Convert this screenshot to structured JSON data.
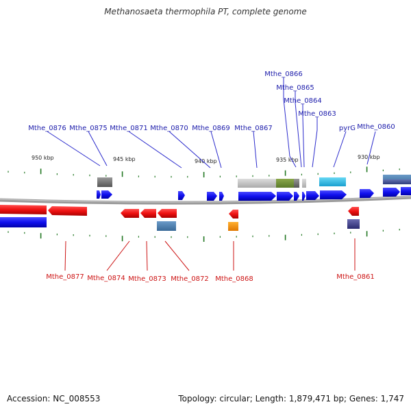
{
  "title": "Methanosaeta thermophila PT, complete genome",
  "footer": {
    "accession": "Accession: NC_008553",
    "summary": "Topology: circular; Length: 1,879,471 bp; Genes: 1,747"
  },
  "scale_labels": [
    "950 kbp",
    "945 kbp",
    "940 kbp",
    "935 kbp",
    "930 kbp"
  ],
  "top_genes": [
    "Mthe_0876",
    "Mthe_0875",
    "Mthe_0871",
    "Mthe_0870",
    "Mthe_0869",
    "Mthe_0867",
    "Mthe_0866",
    "Mthe_0865",
    "Mthe_0864",
    "Mthe_0863",
    "pyrG",
    "Mthe_0860"
  ],
  "bottom_genes": [
    "Mthe_0877",
    "Mthe_0874",
    "Mthe_0873",
    "Mthe_0872",
    "Mthe_0868",
    "Mthe_0861"
  ],
  "colors": {
    "top_label": "#1a1aaa",
    "bottom_label": "#cc1111",
    "forward_gene": "#1010ee",
    "reverse_gene": "#ee1111",
    "backbone": "#888888",
    "tick": "#227722"
  }
}
